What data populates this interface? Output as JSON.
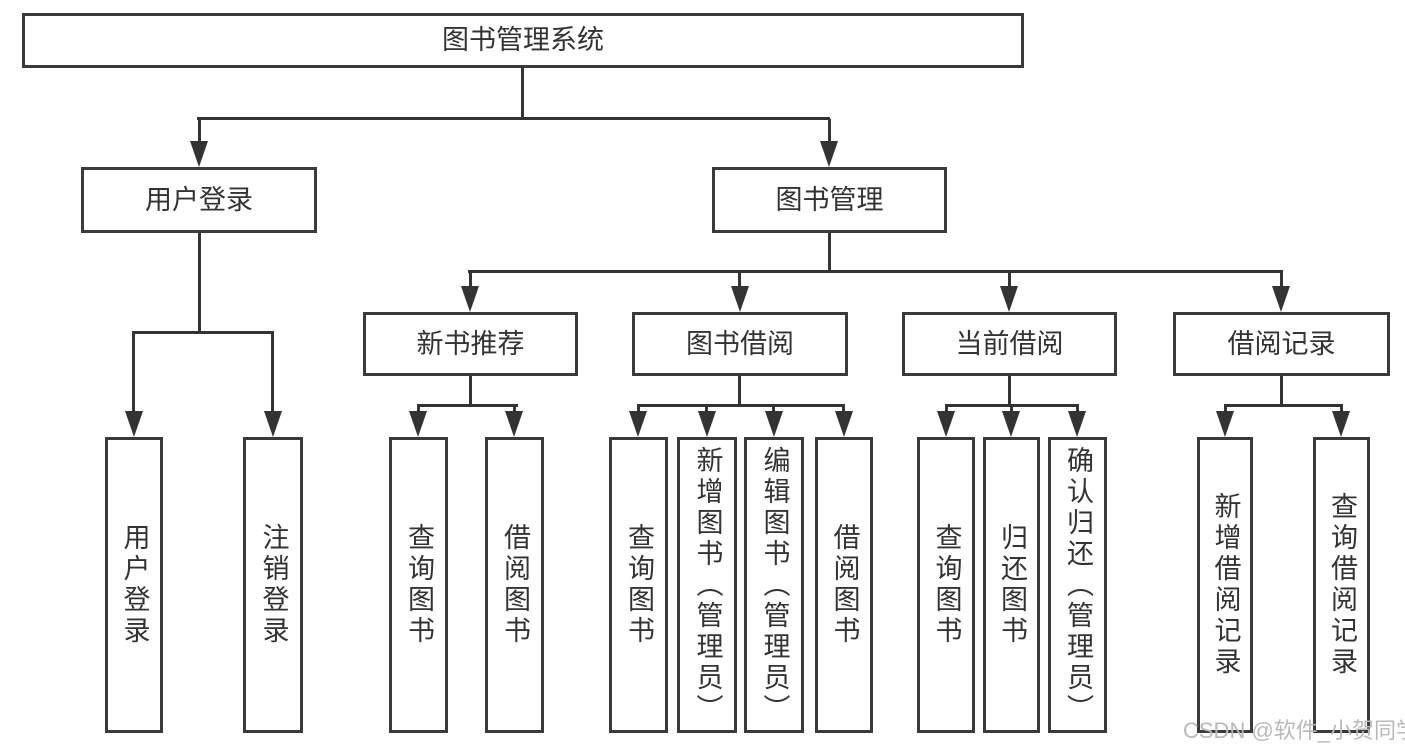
{
  "title": "图书管理系统",
  "watermark": "CSDN @软件_小贺同学",
  "level2": {
    "user_login": "用户登录",
    "book_management": "图书管理"
  },
  "level3": {
    "new_book_recommend": "新书推荐",
    "book_borrow": "图书借阅",
    "current_borrow": "当前借阅",
    "borrow_record": "借阅记录"
  },
  "leaves": {
    "user_login": [
      "用户登录",
      "注销登录"
    ],
    "new_book_recommend": [
      "查询图书",
      "借阅图书"
    ],
    "book_borrow": [
      "查询图书",
      "新增图书（管理员）",
      "编辑图书（管理员）",
      "借阅图书"
    ],
    "current_borrow": [
      "查询图书",
      "归还图书",
      "确认归还（管理员）"
    ],
    "borrow_record": [
      "新增借阅记录",
      "查询借阅记录"
    ]
  },
  "colors": {
    "line": "#333333",
    "border": "#3a3a3a",
    "text": "#333333",
    "watermark": "#b9b9b9",
    "background": "#ffffff"
  }
}
